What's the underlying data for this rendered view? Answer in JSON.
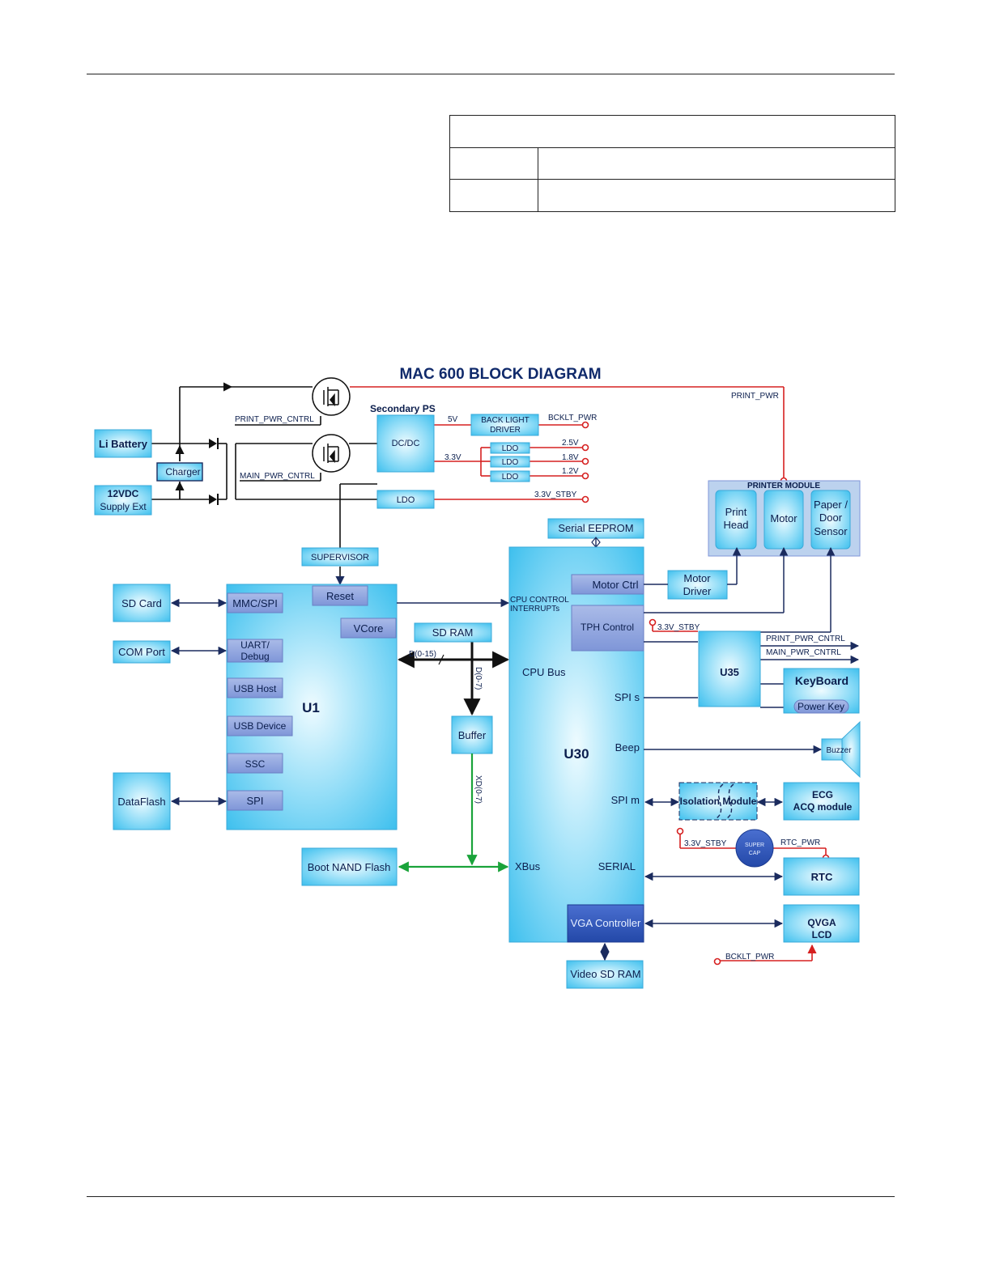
{
  "diagram": {
    "title": "MAC 600 BLOCK DIAGRAM",
    "labels": {
      "li_battery": "Li Battery",
      "charger": "Charger",
      "supply_12v_l1": "12VDC",
      "supply_12v_l2": "Supply Ext",
      "print_pwr_cntrl": "PRINT_PWR_CNTRL",
      "main_pwr_cntrl": "MAIN_PWR_CNTRL",
      "secondary_ps": "Secondary  PS",
      "dcdc": "DC/DC",
      "v5": "5V",
      "v33": "3.3V",
      "backlight_l1": "BACK LIGHT",
      "backlight_l2": "DRIVER",
      "bcklt_pwr": "BCKLT_PWR",
      "ldo": "LDO",
      "v25": "2.5V",
      "v18": "1.8V",
      "v12": "1.2V",
      "v33_stby": "3.3V_STBY",
      "print_pwr": "PRINT_PWR",
      "printer_module": "PRINTER MODULE",
      "print_head_l1": "Print",
      "print_head_l2": "Head",
      "motor": "Motor",
      "paper_l1": "Paper /",
      "paper_l2": "Door",
      "paper_l3": "Sensor",
      "serial_eeprom": "Serial EEPROM",
      "supervisor": "SUPERVISOR",
      "reset": "Reset",
      "vcore": "VCore",
      "sd_card": "SD Card",
      "mmc_spi": "MMC/SPI",
      "com_port": "COM Port",
      "uart_l1": "UART/",
      "uart_l2": "Debug",
      "usb_host": "USB Host",
      "usb_device": "USB Device",
      "ssc": "SSC",
      "spi": "SPI",
      "dataflash": "DataFlash",
      "u1": "U1",
      "sd_ram": "SD RAM",
      "d015": "D(0-15)",
      "d07": "D(0-7)",
      "buffer": "Buffer",
      "xd07": "XD(0-7)",
      "boot_nand": "Boot NAND Flash",
      "cpu_control_l1": "CPU CONTROL",
      "cpu_control_l2": "INTERRUPTs",
      "cpu_bus": "CPU Bus",
      "u30": "U30",
      "motor_ctrl": "Motor Ctrl",
      "tph_control": "TPH Control",
      "motor_driver_l1": "Motor",
      "motor_driver_l2": "Driver",
      "spi_s": "SPI s",
      "beep": "Beep",
      "spi_m": "SPI m",
      "xbus": "XBus",
      "serial": "SERIAL",
      "vga_controller": "VGA Controller",
      "video_sd_ram": "Video SD RAM",
      "u35": "U35",
      "print_pwr_cntrl_out": "PRINT_PWR_CNTRL",
      "main_pwr_cntrl_out": "MAIN_PWR_CNTRL",
      "keyboard": "KeyBoard",
      "power_key": "Power Key",
      "buzzer": "Buzzer",
      "isolation_module": "Isolation Module",
      "ecg_l1": "ECG",
      "ecg_l2": "ACQ module",
      "super_l1": "SUPER",
      "super_l2": "CAP",
      "rtc_pwr": "RTC_PWR",
      "rtc": "RTC",
      "qvga_l1": "QVGA",
      "qvga_l2": "LCD"
    },
    "colors": {
      "box_light": "#5fd0f5",
      "box_dark_text": "#0b1e4d",
      "sub_box": "#8aa3e0",
      "line_dark": "#1b2b5e",
      "power_red": "#d62020",
      "bus_green": "#1aa33a",
      "title_navy": "#102a6b"
    }
  }
}
